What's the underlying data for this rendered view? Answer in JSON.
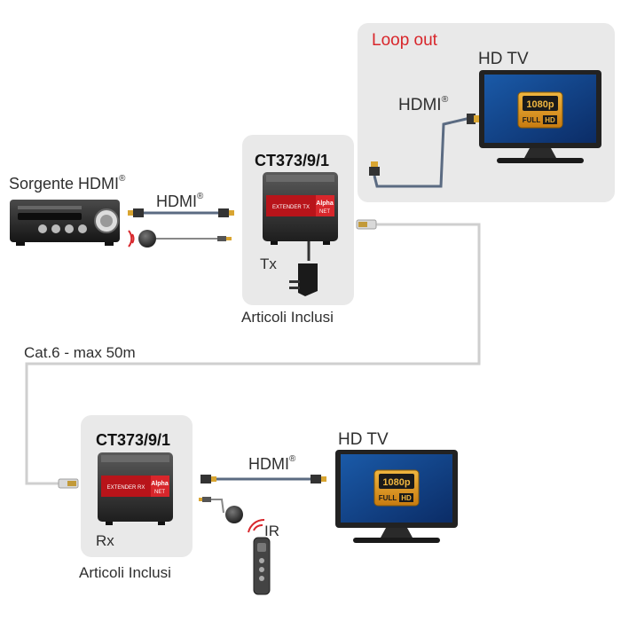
{
  "loop": {
    "label": "Loop out",
    "tv_label": "HD TV",
    "hdmi_label": "HDMI",
    "hdmi_reg": "®",
    "badge_res": "1080p",
    "badge_full": "FULL",
    "badge_hd": "HD"
  },
  "source": {
    "label": "Sorgente HDMI",
    "reg": "®",
    "hdmi_label": "HDMI",
    "hdmi_reg": "®"
  },
  "tx": {
    "model": "CT373/9/1",
    "unit_label": "Tx",
    "included": "Articoli Inclusi",
    "device_text": "EXTENDER TX",
    "brand": "Alpha",
    "brand_sub": "NET"
  },
  "cable": {
    "label": "Cat.6 - max 50m"
  },
  "rx": {
    "model": "CT373/9/1",
    "unit_label": "Rx",
    "included": "Articoli Inclusi",
    "device_text": "EXTENDER RX",
    "brand": "Alpha",
    "brand_sub": "NET",
    "hdmi_label": "HDMI",
    "hdmi_reg": "®",
    "tv_label": "HD TV",
    "ir_label": "IR",
    "badge_res": "1080p",
    "badge_full": "FULL",
    "badge_hd": "HD"
  },
  "colors": {
    "panel": "#e9e9e9",
    "cable": "#5b6b82",
    "cat6": "#c8c8c8",
    "accent": "#d8262b",
    "badge": "#e39a1c"
  }
}
